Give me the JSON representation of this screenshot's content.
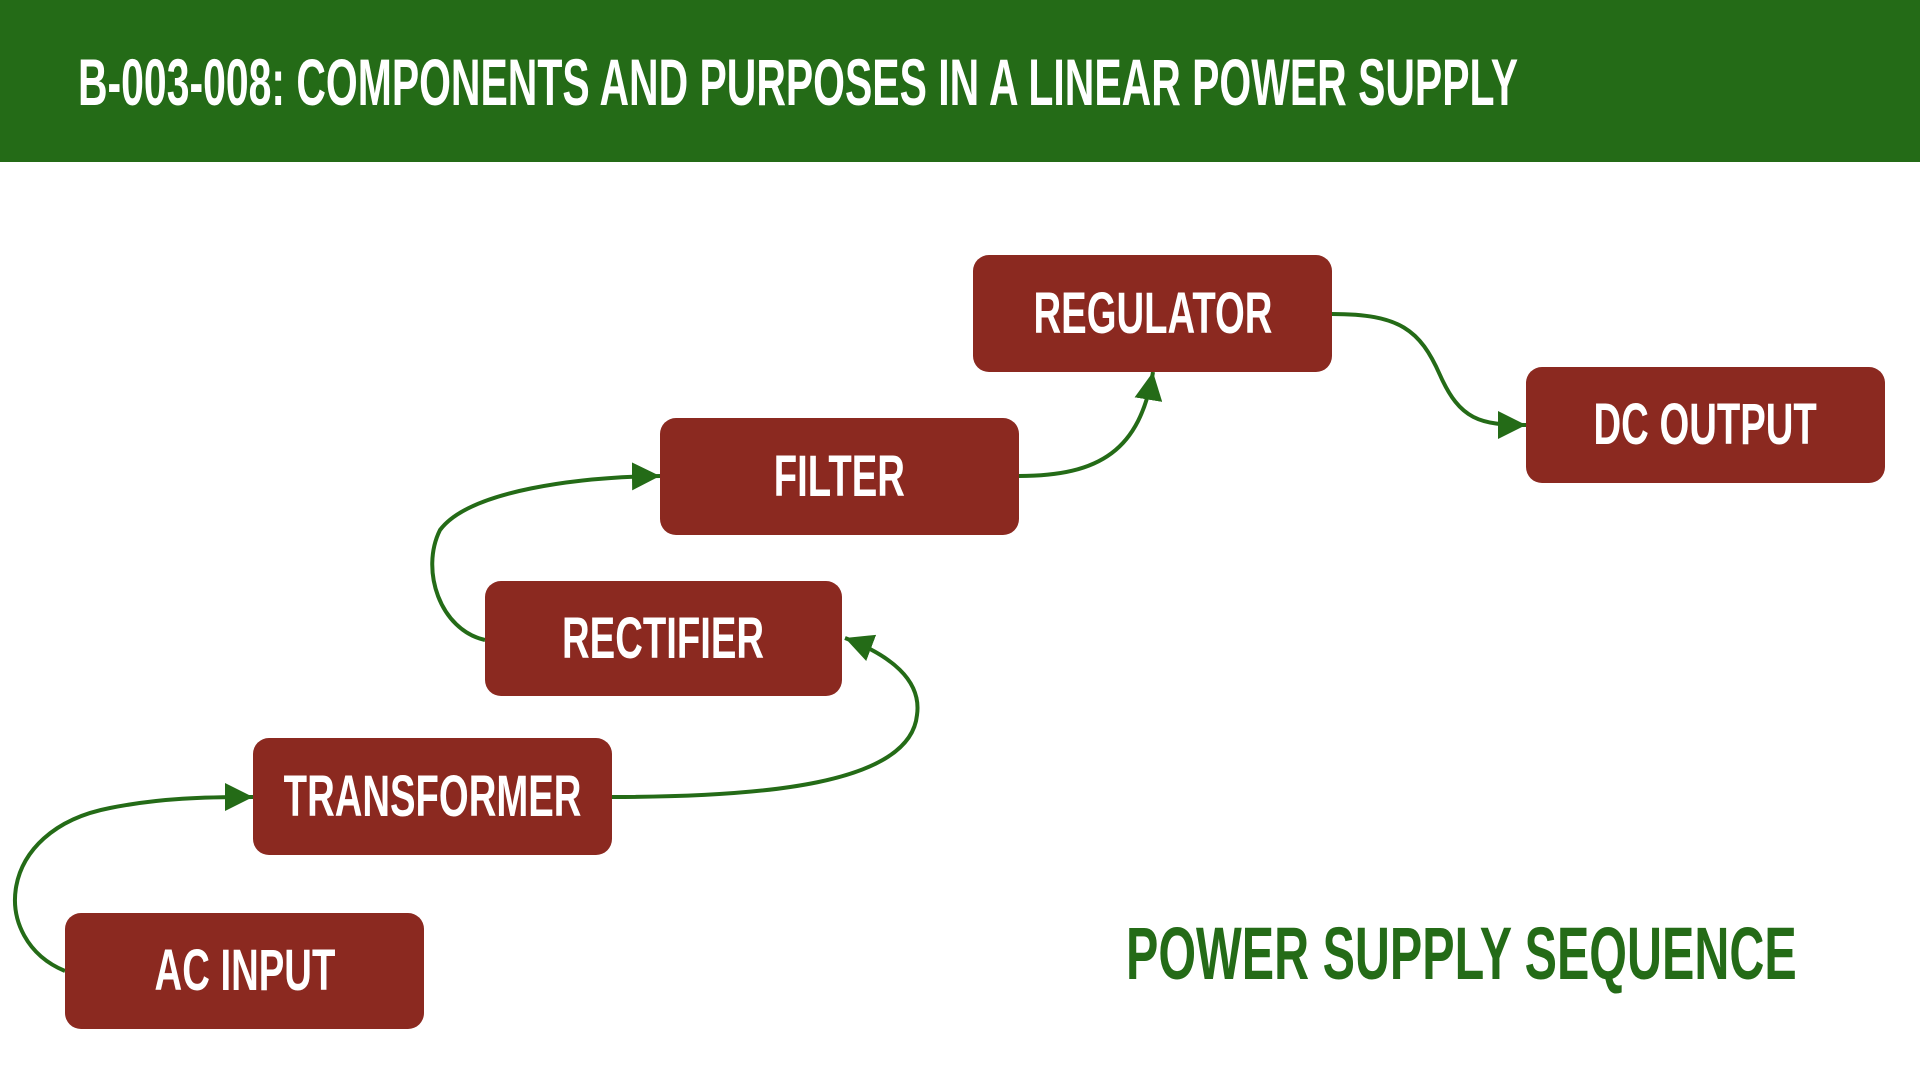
{
  "header": {
    "title": "B-003-008: COMPONENTS AND PURPOSES IN A LINEAR POWER SUPPLY"
  },
  "colors": {
    "header_bg": "#246b17",
    "node_bg": "#8b2920",
    "node_text": "#ffffff",
    "connector": "#246b17",
    "caption": "#246b17"
  },
  "nodes": [
    {
      "id": "ac-input",
      "label": "AC INPUT"
    },
    {
      "id": "transformer",
      "label": "TRANSFORMER"
    },
    {
      "id": "rectifier",
      "label": "RECTIFIER"
    },
    {
      "id": "filter",
      "label": "FILTER"
    },
    {
      "id": "regulator",
      "label": "REGULATOR"
    },
    {
      "id": "dc-output",
      "label": "DC OUTPUT"
    }
  ],
  "edges": [
    {
      "from": "ac-input",
      "to": "transformer"
    },
    {
      "from": "transformer",
      "to": "rectifier"
    },
    {
      "from": "rectifier",
      "to": "filter"
    },
    {
      "from": "filter",
      "to": "regulator"
    },
    {
      "from": "regulator",
      "to": "dc-output"
    }
  ],
  "caption": "POWER SUPPLY SEQUENCE"
}
